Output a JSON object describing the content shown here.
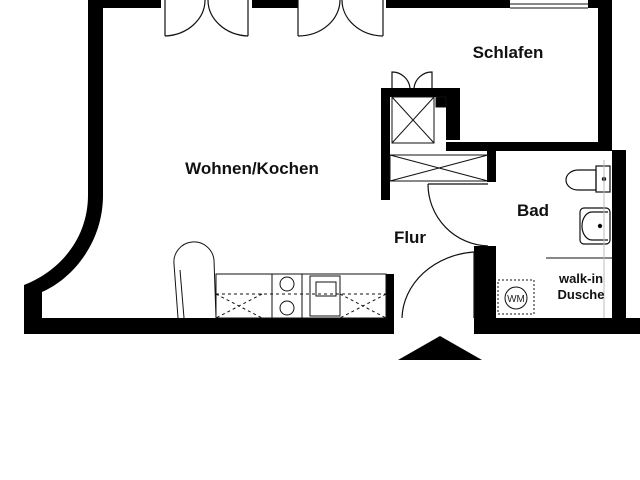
{
  "floor_plan": {
    "rooms": {
      "schlafen": "Schlafen",
      "wohnen_kochen": "Wohnen/Kochen",
      "bad": "Bad",
      "flur": "Flur",
      "dusche_line1": "walk-in",
      "dusche_line2": "Dusche"
    },
    "fixtures": {
      "washing_machine": "WM"
    },
    "colors": {
      "wall": "#000000",
      "line": "#111111",
      "background": "#ffffff",
      "light_fill": "#bbbbbb"
    }
  }
}
